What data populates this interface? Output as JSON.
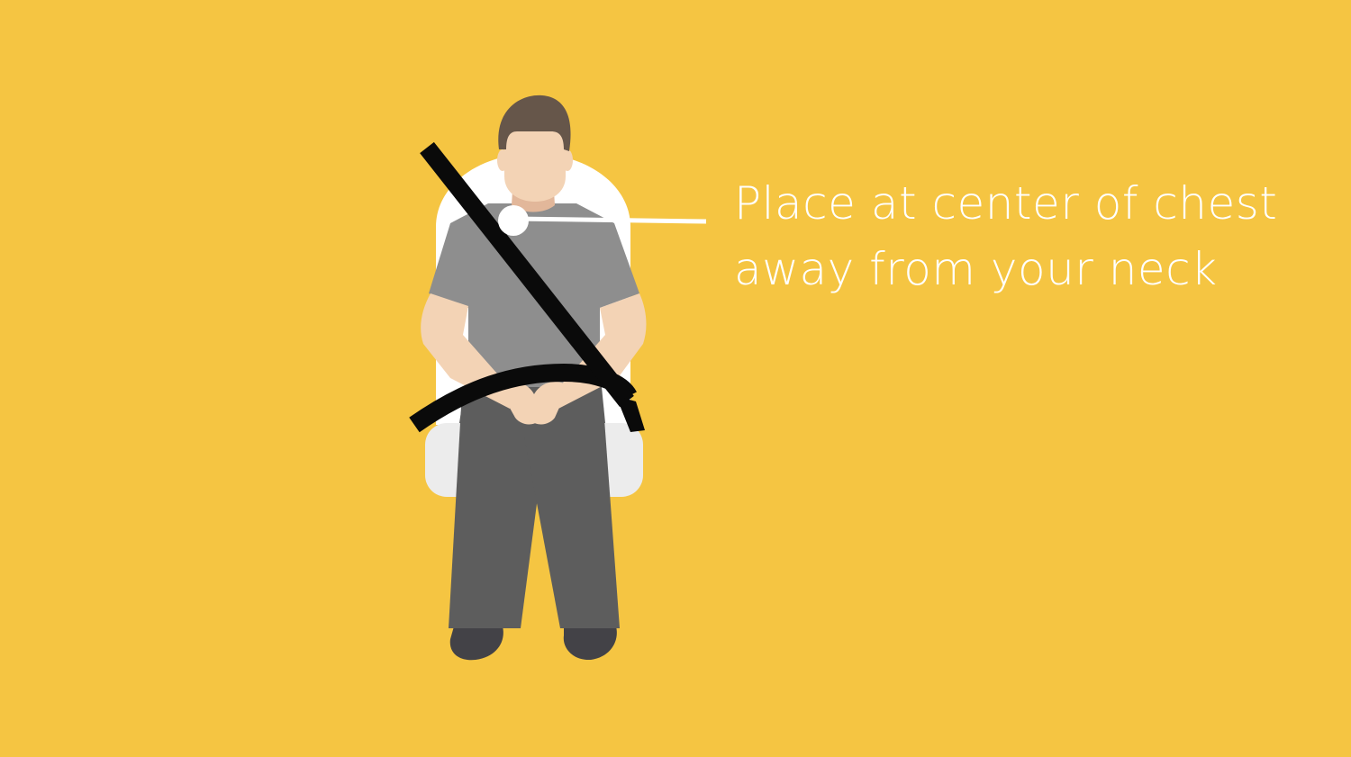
{
  "colors": {
    "background": "#f5c542",
    "seat": "#ffffff",
    "seat_cushion": "#ececec",
    "skin": "#f3d3b5",
    "skin_shade": "#e2b79a",
    "hair": "#66564a",
    "shirt": "#8e8e8e",
    "pants": "#5d5d5d",
    "shoes": "#434247",
    "belt": "#0a0a0a",
    "callout": "#ffffff",
    "caption_text": "#ffffff"
  },
  "caption": {
    "line1": "Place at center of chest",
    "line2": "away from your neck"
  },
  "icons": {
    "callout_marker": "circle-pointer"
  }
}
